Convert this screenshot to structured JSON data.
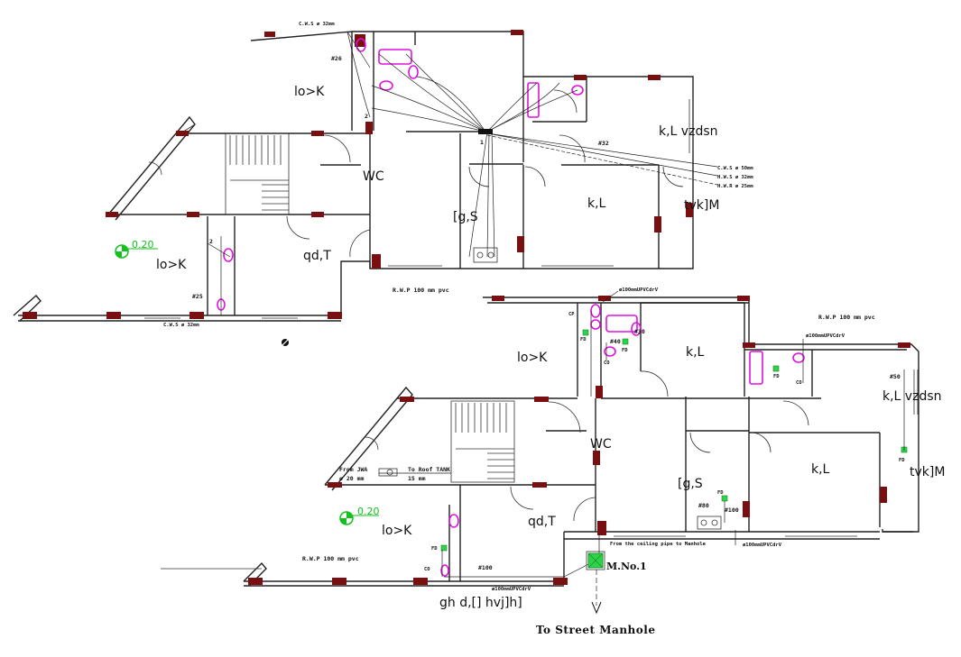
{
  "rooms": {
    "top_bedroom_left": "lo>K",
    "top_living_right": "k,L  vzdsn",
    "top_bath": "[g,S",
    "top_kitchen_mid": "k,L",
    "top_hall": "qd,T",
    "top_bedroom_lower": "lo>K",
    "top_wc": "WC",
    "top_tvk": "tvk]M",
    "bot_bedroom": "lo>K",
    "bot_kitchen": "k,L",
    "bot_living_right": "k,L  vzdsn",
    "bot_bath": "[g,S",
    "bot_kitchen2": "k,L",
    "bot_hall": "qd,T",
    "bot_bedroom_lower": "lo>K",
    "bot_wc": "WC",
    "bot_tvk": "tvk]M",
    "bot_bottom_label": "gh d,[] hvj]h]"
  },
  "levels": {
    "top": "0.20",
    "bottom": "0.20"
  },
  "pipe_labels": {
    "cws_top": "C.W.S ø 32mm",
    "p26": "#26",
    "p32": "#32",
    "p1": "1",
    "p2a": "2",
    "p2b": "2",
    "cws_bl": "C.W.S ø 32mm",
    "p25": "#25",
    "supply1": "C.W.S ø 50mm",
    "supply2": "H.W.S ø 32mm",
    "supply3": "H.W.R ø 25mm",
    "rwp_top": "R.W.P  100  mm  pvc",
    "upvc1": "ø100mmUPVCdrV",
    "cp": "CP",
    "fd1": "FD",
    "p30": "#30",
    "p40": "#40",
    "co1": "CO",
    "fd2": "FD",
    "rwp_right": "R.W.P  100  mm  pvc",
    "upvc2": "ø100mmUPVCdrV",
    "fd3": "FD",
    "co2": "CO",
    "p50": "#50",
    "fd4": "FD",
    "from_jwa": "From JWA",
    "jwa_size": "ø 20 mm",
    "to_roof": "To Roof TANK",
    "tank_size": "15 mm",
    "fd5": "FD",
    "p80": "#80",
    "p100a": "#100",
    "upvc3": "ø100mmUPVCdrV",
    "from_ceiling": "From the ceiling pipe to Manhole",
    "rwp_bottom": "R.W.P  100  mm  pvc",
    "fd6": "FD",
    "co3": "CO",
    "p100b": "#100",
    "upvc4": "ø100mmUPVCdrV"
  },
  "manhole": "M.No.1",
  "street": "To Street Manhole",
  "colors": {
    "column": "#7a0f12",
    "fixture": "#e010e0",
    "drain": "#2fd34a",
    "level": "#11c11c"
  }
}
